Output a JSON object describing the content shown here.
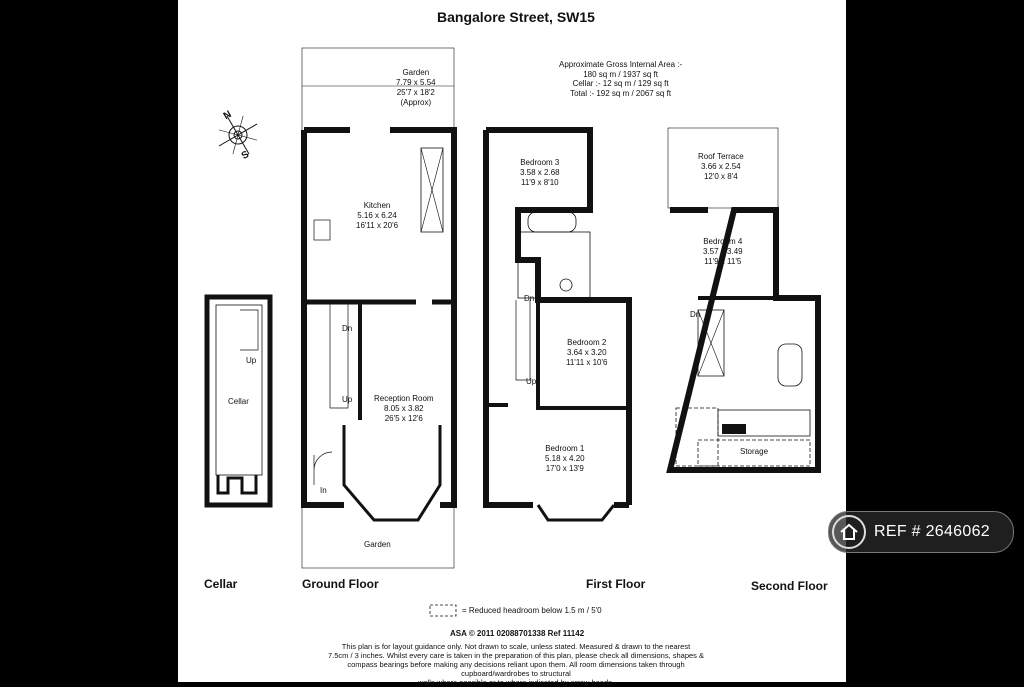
{
  "title": "Bangalore Street, SW15",
  "area_info": {
    "heading": "Approximate Gross Internal Area :-",
    "main": "180 sq m / 1937 sq ft",
    "cellar": "Cellar :- 12 sq m / 129 sq ft",
    "total": "Total :- 192 sq m / 2067 sq ft"
  },
  "floors": {
    "cellar": "Cellar",
    "ground": "Ground Floor",
    "first": "First Floor",
    "second": "Second Floor"
  },
  "rooms": {
    "garden_rear": {
      "name": "Garden",
      "metric": "7.79 x 5.54",
      "imperial": "25'7 x 18'2",
      "note": "(Approx)"
    },
    "kitchen": {
      "name": "Kitchen",
      "metric": "5.16 x 6.24",
      "imperial": "16'11 x 20'6"
    },
    "reception": {
      "name": "Reception Room",
      "metric": "8.05 x 3.82",
      "imperial": "26'5 x 12'6"
    },
    "garden_front": {
      "name": "Garden"
    },
    "cellar_room": {
      "name": "Cellar"
    },
    "bedroom3": {
      "name": "Bedroom 3",
      "metric": "3.58 x 2.68",
      "imperial": "11'9 x 8'10"
    },
    "bedroom2": {
      "name": "Bedroom 2",
      "metric": "3.64 x 3.20",
      "imperial": "11'11 x 10'6"
    },
    "bedroom1": {
      "name": "Bedroom 1",
      "metric": "5.18 x 4.20",
      "imperial": "17'0 x 13'9"
    },
    "roof_terrace": {
      "name": "Roof Terrace",
      "metric": "3.66 x 2.54",
      "imperial": "12'0 x 8'4"
    },
    "bedroom4": {
      "name": "Bedroom 4",
      "metric": "3.57 x 3.49",
      "imperial": "11'9 x 11'5"
    },
    "storage": {
      "name": "Storage"
    }
  },
  "stair_labels": {
    "up": "Up",
    "dn": "Dn",
    "in": "In"
  },
  "compass": {
    "n": "N",
    "s": "S"
  },
  "legend": "= Reduced headroom below 1.5 m / 5'0",
  "footer": {
    "ref_line": "ASA © 2011    02088701338   Ref  11142",
    "line1": "This plan is for layout guidance only. Not drawn to scale, unless stated. Measured & drawn to the nearest",
    "line2": "7.5cm / 3 inches. Whilst every care is taken in the preparation of this plan, please check all dimensions, shapes &",
    "line3": "compass bearings before making any decisions reliant upon them. All room dimensions taken through cupboard/wardrobes to structural",
    "line4": "walls where possible or to where indicated by arrow heads."
  },
  "listing_ref": "REF # 2646062"
}
